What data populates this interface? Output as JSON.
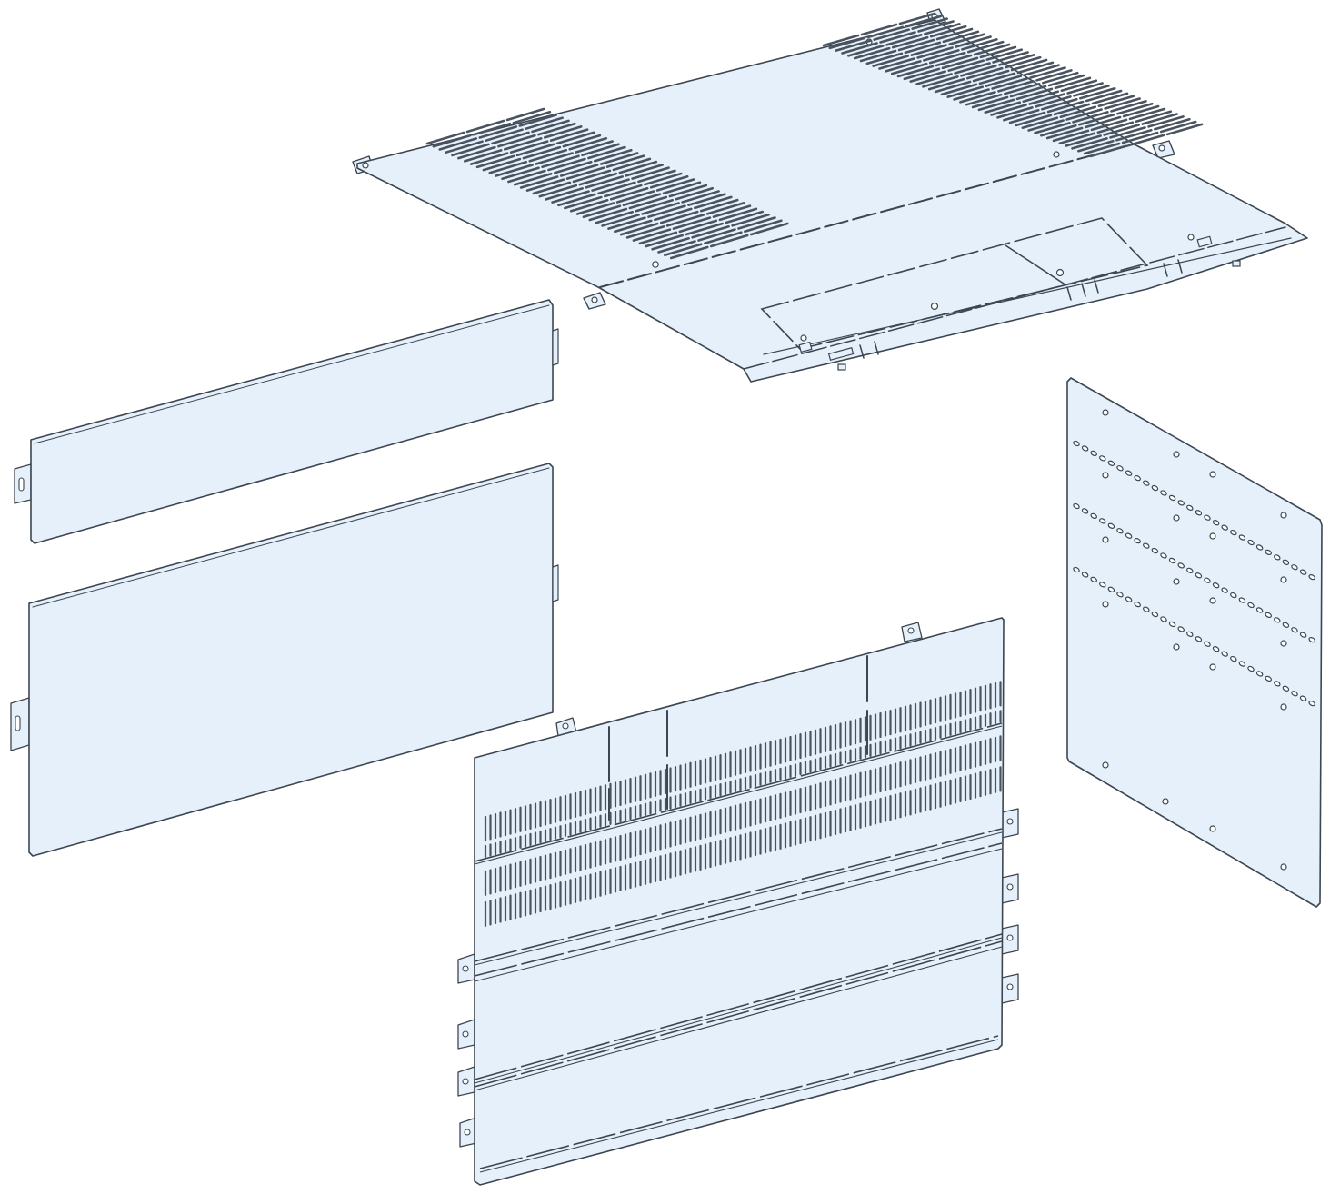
{
  "figure": {
    "description_visible_text": "",
    "colors": {
      "panel_fill": "#e6f0fb",
      "panel_fill_light": "#eef5fc",
      "outline": "#3c4650",
      "slot": "#4a5460",
      "background": "#ffffff"
    },
    "parts": [
      {
        "id": "roof-panel",
        "kind": "ventilated top plate"
      },
      {
        "id": "side-panel-upper",
        "kind": "plain side panel"
      },
      {
        "id": "side-panel-lower",
        "kind": "plain side panel"
      },
      {
        "id": "rear-panel",
        "kind": "perforated panel with hole rows"
      },
      {
        "id": "front-panel",
        "kind": "ventilated front panel with rails"
      }
    ]
  }
}
